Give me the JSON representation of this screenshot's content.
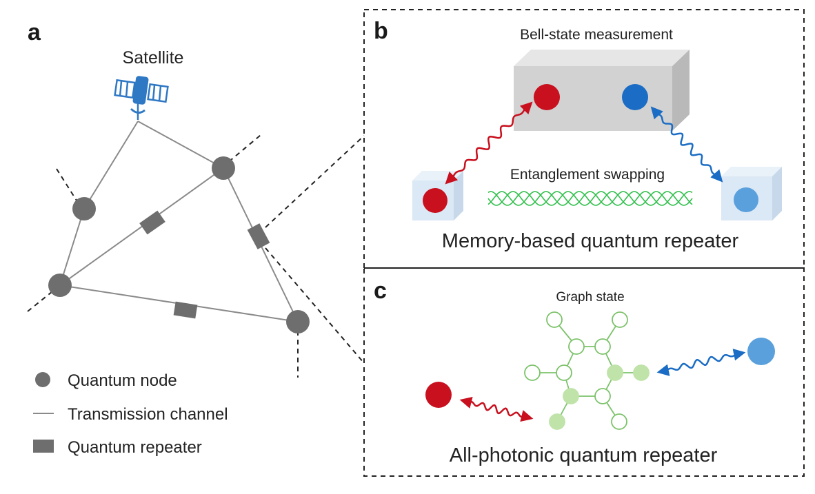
{
  "panel_a": {
    "letter": "a",
    "satellite_label": "Satellite",
    "legend": {
      "node": "Quantum node",
      "channel": "Transmission channel",
      "repeater": "Quantum repeater"
    }
  },
  "panel_b": {
    "letter": "b",
    "bsm_label": "Bell-state measurement",
    "swap_label": "Entanglement swapping",
    "caption": "Memory-based quantum repeater"
  },
  "panel_c": {
    "letter": "c",
    "graph_label": "Graph state",
    "caption": "All-photonic quantum repeater"
  },
  "colors": {
    "node": "#6e6e6e",
    "channel": "#8a8a8a",
    "red": "#c8101e",
    "blue": "#1a6cc4",
    "light_blue": "#5aa0dc",
    "green": "#2fbf4a",
    "graph_green": "#7cc26a",
    "graph_fill": "#bfe3a8",
    "box_gray": "#cfcfcf",
    "memory_box": "#dbe8f5"
  }
}
